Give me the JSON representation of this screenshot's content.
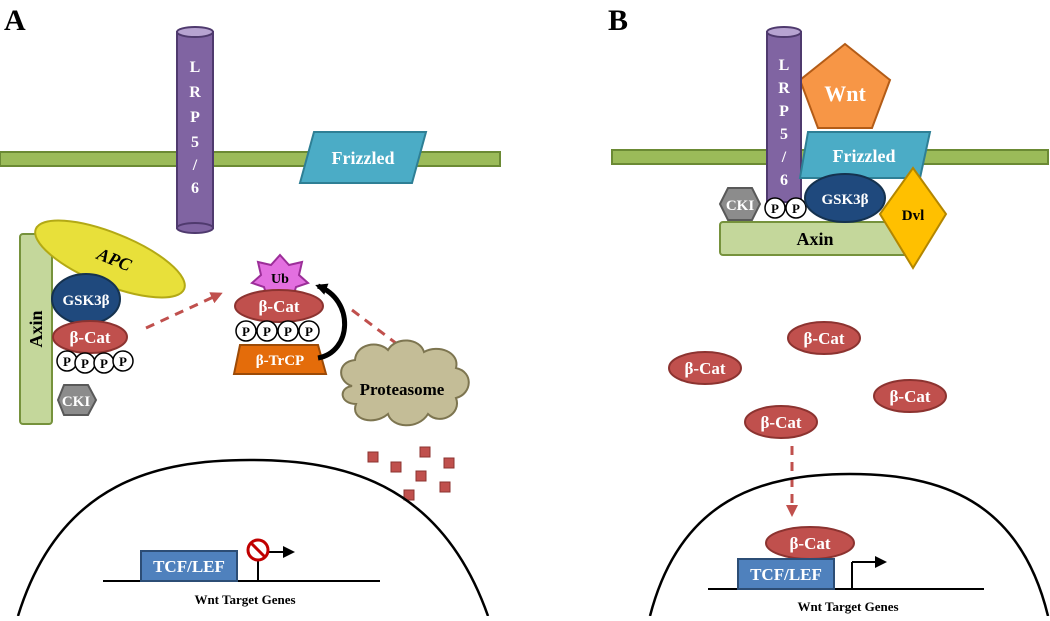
{
  "panel_a": {
    "letter": "A",
    "lrp": [
      "L",
      "R",
      "P",
      "5",
      "/",
      "6"
    ],
    "frizzled": "Frizzled",
    "axin": "Axin",
    "apc": "APC",
    "gsk3b": "GSK3β",
    "bcat_complex": "β-Cat",
    "phospho": [
      "P",
      "P",
      "P",
      "P"
    ],
    "cki": "CKI",
    "ub": "Ub",
    "bcat_ub": "β-Cat",
    "phospho_ub": [
      "P",
      "P",
      "P",
      "P"
    ],
    "btrcp": "β-TrCP",
    "proteasome": "Proteasome",
    "tcf": "TCF/LEF",
    "target_genes": "Wnt Target Genes"
  },
  "panel_b": {
    "letter": "B",
    "lrp": [
      "L",
      "R",
      "P",
      "5",
      "/",
      "6"
    ],
    "wnt": "Wnt",
    "frizzled": "Frizzled",
    "cki": "CKI",
    "phospho": [
      "P",
      "P"
    ],
    "gsk3b": "GSK3β",
    "dvl": "Dvl",
    "axin": "Axin",
    "bcat_free": [
      "β-Cat",
      "β-Cat",
      "β-Cat",
      "β-Cat"
    ],
    "bcat_nuclear": "β-Cat",
    "tcf": "TCF/LEF",
    "target_genes": "Wnt Target Genes"
  },
  "colors": {
    "membrane": "#9bbb59",
    "lrp": "#8064a2",
    "frizzled": "#4bacc6",
    "axin": "#c4d79b",
    "apc": "#e8e03a",
    "gsk3b": "#1f497d",
    "bcat": "#c0504d",
    "cki": "#8c8c8c",
    "ub": "#e36fe0",
    "btrcp": "#e46c0a",
    "proteasome": "#c4bd97",
    "tcf": "#4f81bd",
    "wnt": "#f79646",
    "dvl": "#ffc000",
    "arrow": "#c0504d"
  }
}
